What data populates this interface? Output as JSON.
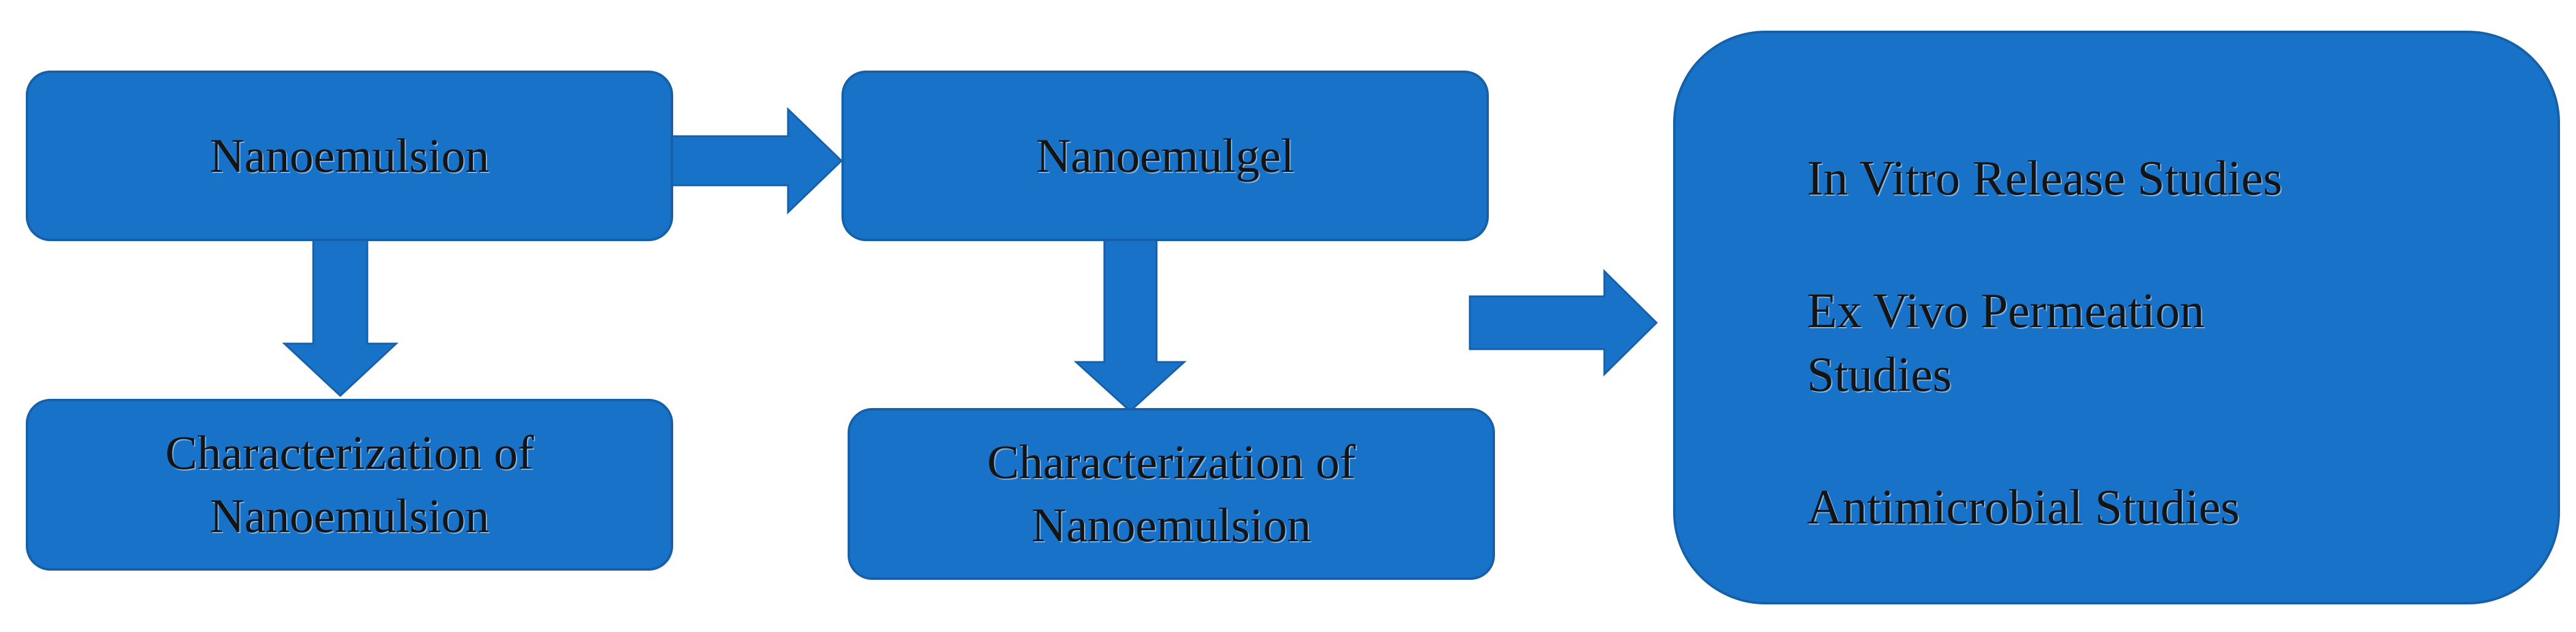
{
  "diagram": {
    "nodes": {
      "nanoemulsion": "Nanoemulsion",
      "nanoemulgel": "Nanoemulgel",
      "characterization_1": [
        "Characterization of",
        "Nanoemulsion"
      ],
      "characterization_2": [
        "Characterization of",
        "Nanoemulsion"
      ],
      "studies": [
        [
          "In Vitro Release Studies"
        ],
        [
          "Ex Vivo Permeation",
          "Studies"
        ],
        [
          "Antimicrobial Studies"
        ]
      ]
    },
    "edges": [
      {
        "from": "nanoemulsion",
        "to": "nanoemulgel"
      },
      {
        "from": "nanoemulsion",
        "to": "characterization_1"
      },
      {
        "from": "nanoemulgel",
        "to": "characterization_2"
      },
      {
        "from": "nanoemulgel",
        "to": "studies"
      }
    ],
    "colors": {
      "box_fill": "#1772c8",
      "box_border": "#1560a8",
      "arrow_fill": "#1772c8",
      "text": "#141414"
    }
  }
}
